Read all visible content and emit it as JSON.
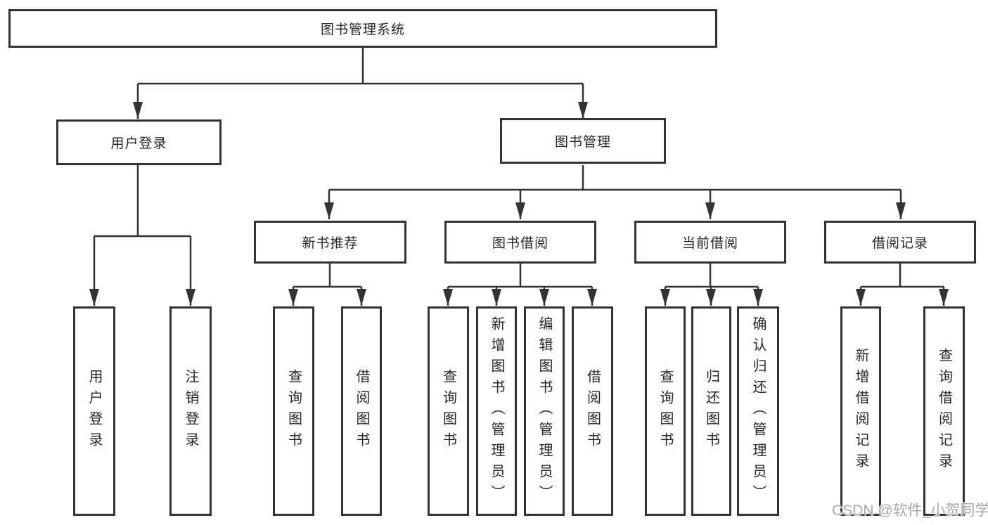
{
  "tree": {
    "label": "图书管理系统",
    "children": [
      {
        "label": "用户登录",
        "children": [
          {
            "label": "用户登录"
          },
          {
            "label": "注销登录"
          }
        ]
      },
      {
        "label": "图书管理",
        "children": [
          {
            "label": "新书推荐",
            "children": [
              {
                "label": "查询图书"
              },
              {
                "label": "借阅图书"
              }
            ]
          },
          {
            "label": "图书借阅",
            "children": [
              {
                "label": "查询图书"
              },
              {
                "label": "新增图书（管理员）"
              },
              {
                "label": "编辑图书（管理员）"
              },
              {
                "label": "借阅图书"
              }
            ]
          },
          {
            "label": "当前借阅",
            "children": [
              {
                "label": "查询图书"
              },
              {
                "label": "归还图书"
              },
              {
                "label": "确认归还（管理员）"
              }
            ]
          },
          {
            "label": "借阅记录",
            "children": [
              {
                "label": "新增借阅记录"
              },
              {
                "label": "查询借阅记录"
              }
            ]
          }
        ]
      }
    ]
  },
  "watermark": "CSDN @软件_小贺同学",
  "colors": {
    "line": "#333333",
    "text": "#262626",
    "background": "#ffffff",
    "watermark": "#a8a8a8"
  }
}
